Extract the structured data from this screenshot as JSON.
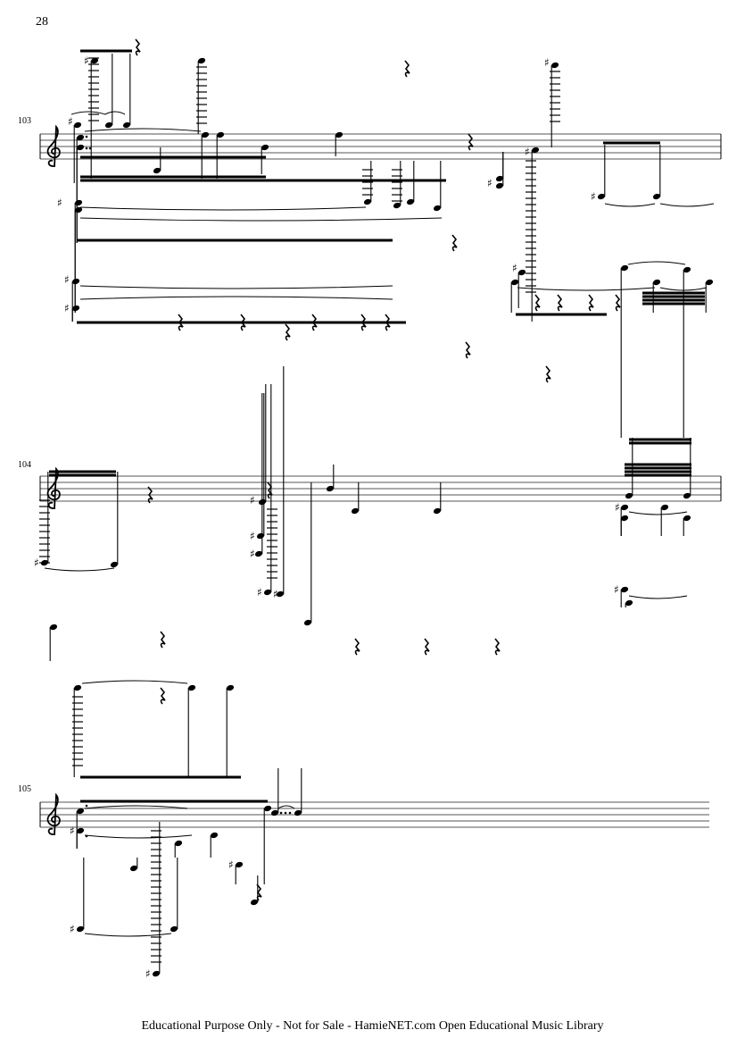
{
  "page": {
    "number": "28"
  },
  "systems": [
    {
      "measure_number": "103"
    },
    {
      "measure_number": "104"
    },
    {
      "measure_number": "105"
    }
  ],
  "footer": {
    "text": "Educational Purpose Only - Not for Sale - HamieNET.com Open Educational Music Library"
  },
  "colors": {
    "ink": "#000000",
    "staff_line": "#777777"
  }
}
